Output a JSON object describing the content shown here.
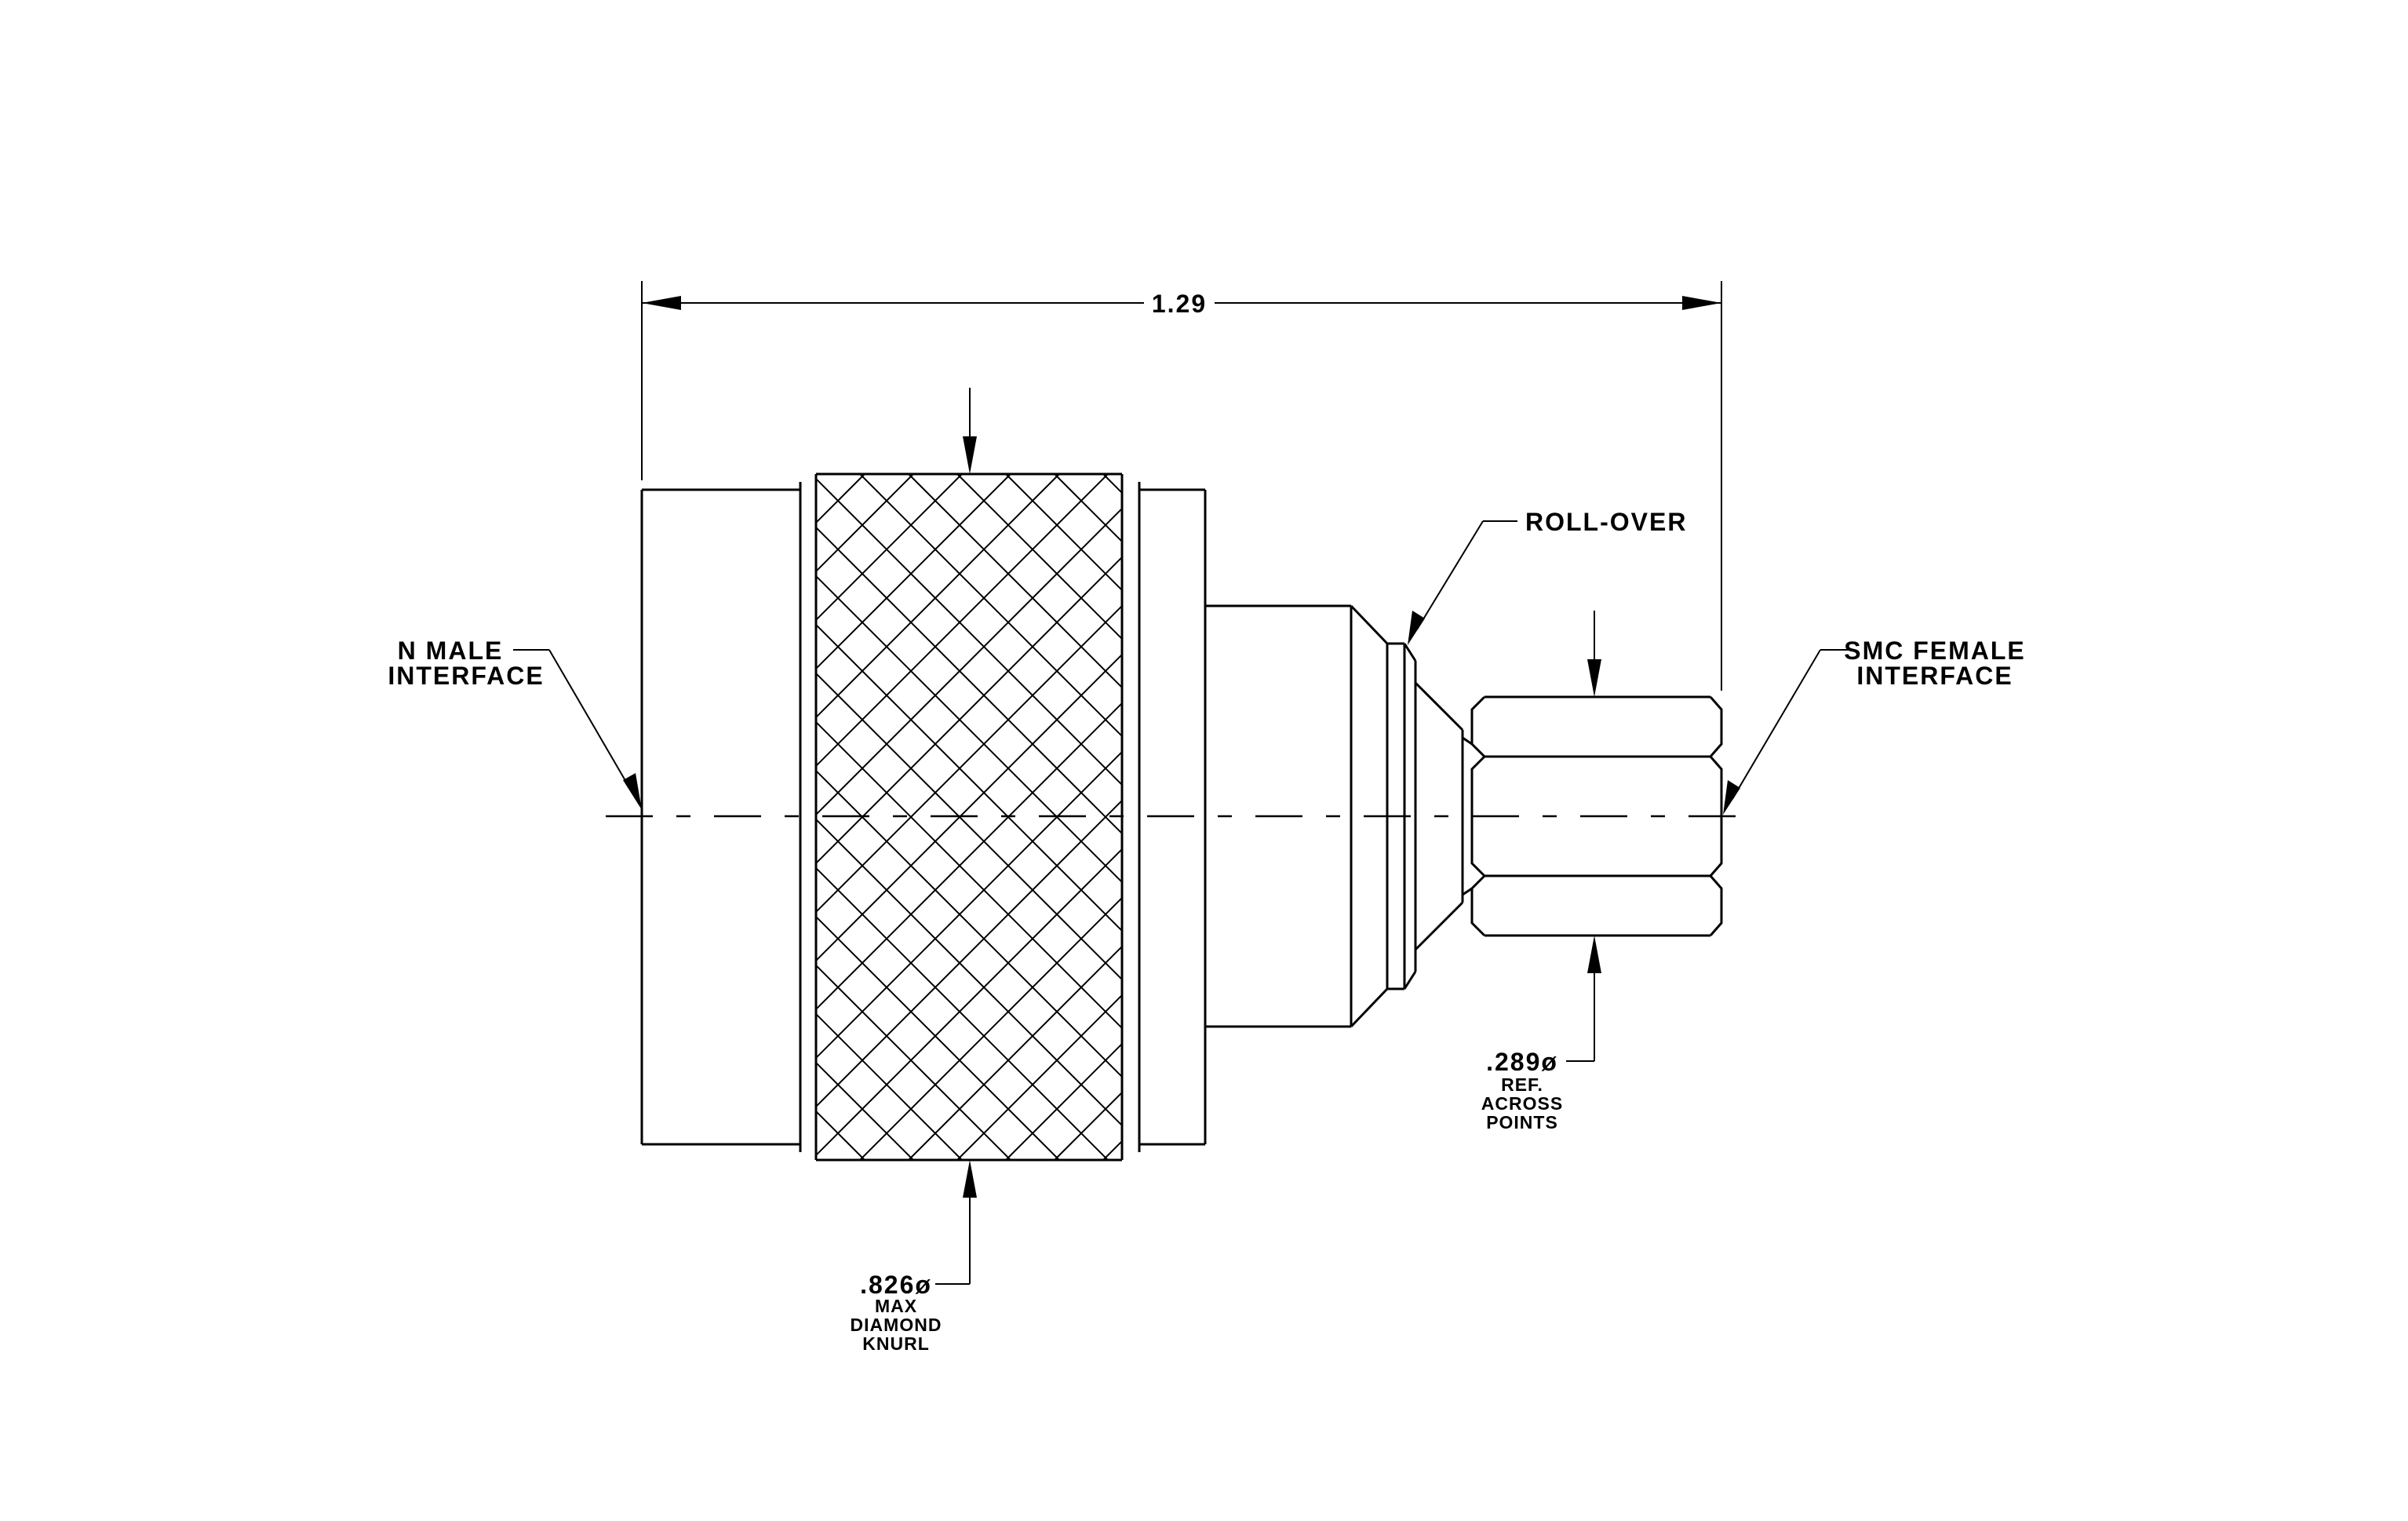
{
  "dimensions": {
    "overall_length": "1.29",
    "knurl_diameter": ".826ø",
    "knurl_note_line1": "MAX",
    "knurl_note_line2": "DIAMOND",
    "knurl_note_line3": "KNURL",
    "hex_diameter": ".289ø",
    "hex_note_line1": "REF.",
    "hex_note_line2": "ACROSS",
    "hex_note_line3": "POINTS"
  },
  "labels": {
    "n_male_line1": "N MALE",
    "n_male_line2": "INTERFACE",
    "smc_female_line1": "SMC FEMALE",
    "smc_female_line2": "INTERFACE",
    "roll_over": "ROLL-OVER"
  }
}
